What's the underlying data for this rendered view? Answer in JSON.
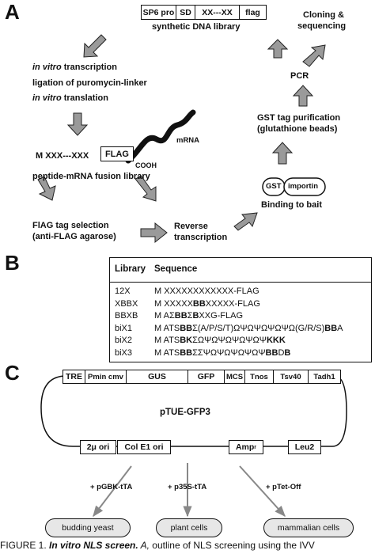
{
  "panels": {
    "a": "A",
    "b": "B",
    "c": "C"
  },
  "panel_a": {
    "construct_segments": [
      "SP6 pro",
      "SD",
      "XX---XX",
      "flag"
    ],
    "synthetic_library": "synthetic DNA library",
    "cloning": "Cloning &",
    "sequencing": "sequencing",
    "step_line1_ital": "in vitro",
    "step_line1_rest": " transcription",
    "step_line2": "ligation of puromycin-linker",
    "step_line3_ital": "in vitro",
    "step_line3_rest": " translation",
    "pcr": "PCR",
    "gst_purif_1": "GST tag purification",
    "gst_purif_2": "(glutathione beads)",
    "mrna": "mRNA",
    "fusion_m": "M XXX---XXX",
    "flag_box": "FLAG",
    "cooh": "COOH",
    "fusion_library": "peptide-mRNA fusion library",
    "gst": "GST",
    "importin": "importin",
    "binding": "Binding to bait",
    "flag_sel_1": "FlAG tag selection",
    "flag_sel_2": "(anti-FLAG agarose)",
    "reverse_1": "Reverse",
    "reverse_2": "transcription"
  },
  "panel_b": {
    "headers": [
      "Library",
      "Sequence"
    ],
    "rows": [
      {
        "lib": "12X",
        "seq": [
          [
            "M XXXXXXXXXXXX-FLAG",
            0
          ]
        ]
      },
      {
        "lib": "XBBX",
        "seq": [
          [
            "M XXXXX",
            0
          ],
          [
            "BB",
            1
          ],
          [
            "XXXXX-FLAG",
            0
          ]
        ]
      },
      {
        "lib": "BBXB",
        "seq": [
          [
            "M AΣ",
            0
          ],
          [
            "BB",
            1
          ],
          [
            "Σ",
            0
          ],
          [
            "B",
            1
          ],
          [
            "XXG-FLAG",
            0
          ]
        ]
      },
      {
        "lib": "biX1",
        "seq": [
          [
            "M ATS",
            0
          ],
          [
            "BB",
            1
          ],
          [
            "Σ(A/P/S/T)ΩΨΩΨΩΨΩΨΩ(G/R/S)",
            0
          ],
          [
            "BB",
            1
          ],
          [
            "A",
            0
          ]
        ]
      },
      {
        "lib": "biX2",
        "seq": [
          [
            "M ATS",
            0
          ],
          [
            "BK",
            1
          ],
          [
            "ΣΩΨΩΨΩΨΩΨΩΨ",
            0
          ],
          [
            "KKK",
            1
          ]
        ]
      },
      {
        "lib": "biX3",
        "seq": [
          [
            "M ATS",
            0
          ],
          [
            "BB",
            1
          ],
          [
            "ΣΣΨΩΨΩΨΩΨΩΨ",
            0
          ],
          [
            "BB",
            1
          ],
          [
            "D",
            0
          ],
          [
            "B",
            1
          ]
        ]
      }
    ]
  },
  "panel_c": {
    "top_segments": [
      "TRE",
      "Pmin cmv",
      "GUS",
      "GFP",
      "MCS",
      "Tnos",
      "Tsv40",
      "Tadh1"
    ],
    "plasmid": "pTUE-GFP3",
    "bottom_segments": [
      "2μ ori",
      "Col E1 ori",
      "Amp",
      "Leu2"
    ],
    "amp_sup": "r",
    "arrow_labels": [
      "+ pGBK-tTA",
      "+ p35S-tTA",
      "+ pTet-Off"
    ],
    "hosts": [
      "budding yeast",
      "plant cells",
      "mammalian cells"
    ]
  },
  "caption": {
    "prefix": "FIGURE 1. ",
    "title": "In vitro NLS screen.",
    "rest_ital": " A,",
    "rest": " outline of NLS screening using the IVV"
  }
}
